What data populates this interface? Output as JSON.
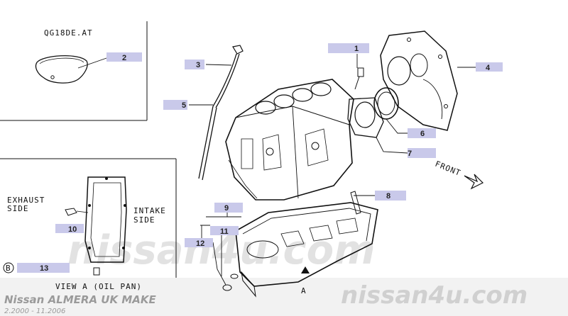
{
  "header": {
    "engine_code": "QG18DE.AT"
  },
  "callouts": [
    {
      "id": "callout-1",
      "num": "1"
    },
    {
      "id": "callout-2",
      "num": "2"
    },
    {
      "id": "callout-3",
      "num": "3"
    },
    {
      "id": "callout-4",
      "num": "4"
    },
    {
      "id": "callout-5",
      "num": "5"
    },
    {
      "id": "callout-6",
      "num": "6"
    },
    {
      "id": "callout-7",
      "num": "7"
    },
    {
      "id": "callout-8",
      "num": "8"
    },
    {
      "id": "callout-9",
      "num": "9"
    },
    {
      "id": "callout-10",
      "num": "10"
    },
    {
      "id": "callout-11",
      "num": "11"
    },
    {
      "id": "callout-12",
      "num": "12"
    },
    {
      "id": "callout-13",
      "num": "13"
    }
  ],
  "view_a": {
    "exhaust_line1": "EXHAUST",
    "exhaust_line2": "SIDE",
    "intake_line1": "INTAKE",
    "intake_line2": "SIDE",
    "caption": "VIEW A (OIL PAN)",
    "marker": "B"
  },
  "front_label": "FRONT",
  "view_arrow_label": "A",
  "footer": {
    "model": "Nissan ALMERA UK MAKE",
    "dates": "2.2000 - 11.2006"
  },
  "watermark": {
    "center": "nissan4u.com",
    "corner": "nissan4u.com"
  },
  "colors": {
    "label_bg": "#c9c9ea",
    "line": "#111111",
    "watermark": "#d8d8d8"
  }
}
